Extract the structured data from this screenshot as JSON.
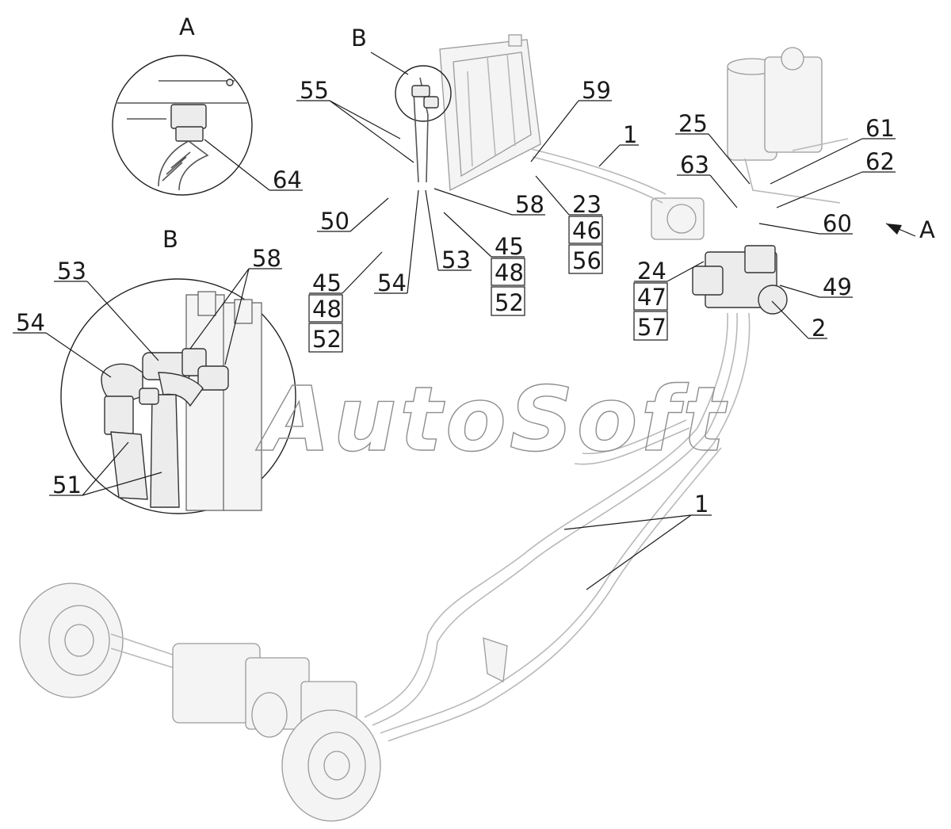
{
  "watermark": "AutoSoft",
  "views": {
    "a": "A",
    "b": "B"
  },
  "arrow_label": "A",
  "labels": {
    "n1a": "1",
    "n1b": "1",
    "n2": "2",
    "n23": "23",
    "n24": "24",
    "n25": "25",
    "n45a": "45",
    "n45b": "45",
    "n46": "46",
    "n47": "47",
    "n48a": "48",
    "n48b": "48",
    "n49": "49",
    "n50": "50",
    "n51": "51",
    "n52a": "52",
    "n52b": "52",
    "n53a": "53",
    "n53b": "53",
    "n54a": "54",
    "n54b": "54",
    "n55": "55",
    "n56": "56",
    "n57": "57",
    "n58a": "58",
    "n58b": "58",
    "n59": "59",
    "n60": "60",
    "n61": "61",
    "n62": "62",
    "n63": "63",
    "n64": "64"
  },
  "colors": {
    "line": "#1a1a1a",
    "drawing": "#b9b9b9",
    "watermark": "#8f8f8f"
  }
}
